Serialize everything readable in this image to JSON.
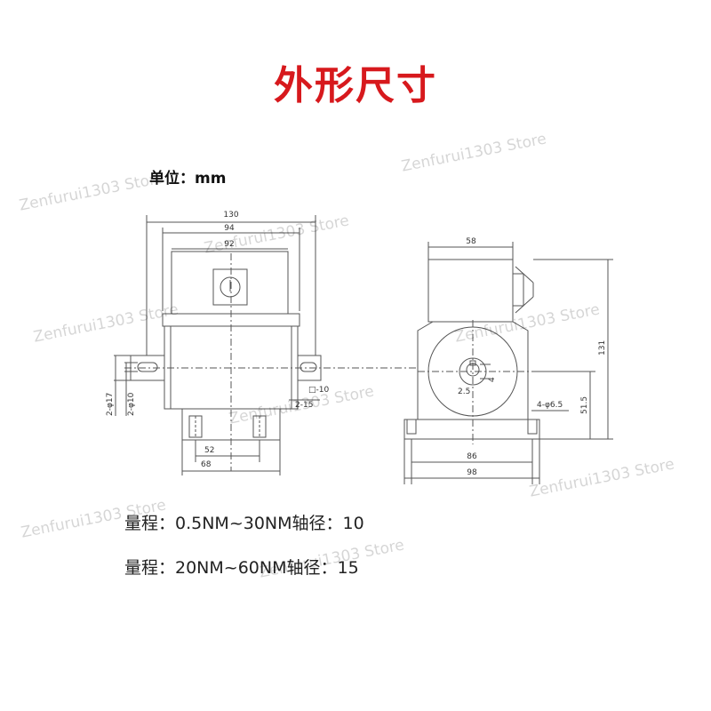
{
  "header": {
    "title": "外形尺寸"
  },
  "unit_label": "单位：mm",
  "front_view": {
    "dims": {
      "overall_width": "130",
      "flange_width": "94",
      "body_width": "92",
      "base_inner": "52",
      "base_outer": "68",
      "shaft_d17": "2-φ17",
      "shaft_d10": "2-φ10",
      "key_dim": "2-15",
      "key_side": "□-10"
    }
  },
  "side_view": {
    "dims": {
      "connector_width": "58",
      "height": "131",
      "axis_height": "51.5",
      "key_offset": "2.5",
      "key_depth": "4",
      "mount_holes": "4-φ6.5",
      "hole_spacing": "86",
      "base_width": "98"
    }
  },
  "specs": [
    {
      "text": "量程：0.5NM~30NM轴径：10"
    },
    {
      "text": "量程：20NM~60NM轴径：15"
    }
  ],
  "watermarks": [
    "Zenfurui1303 Store",
    "Zenfurui1303 Store",
    "Zenfurui1303 Store",
    "Zenfurui1303 Store",
    "Zenfurui1303 Store",
    "Zenfurui1303 Store",
    "Zenfurui1303 Store",
    "Zenfurui1303 Store",
    "Zenfurui1303 Store"
  ],
  "colors": {
    "title": "#d7191d",
    "line": "#555555"
  }
}
